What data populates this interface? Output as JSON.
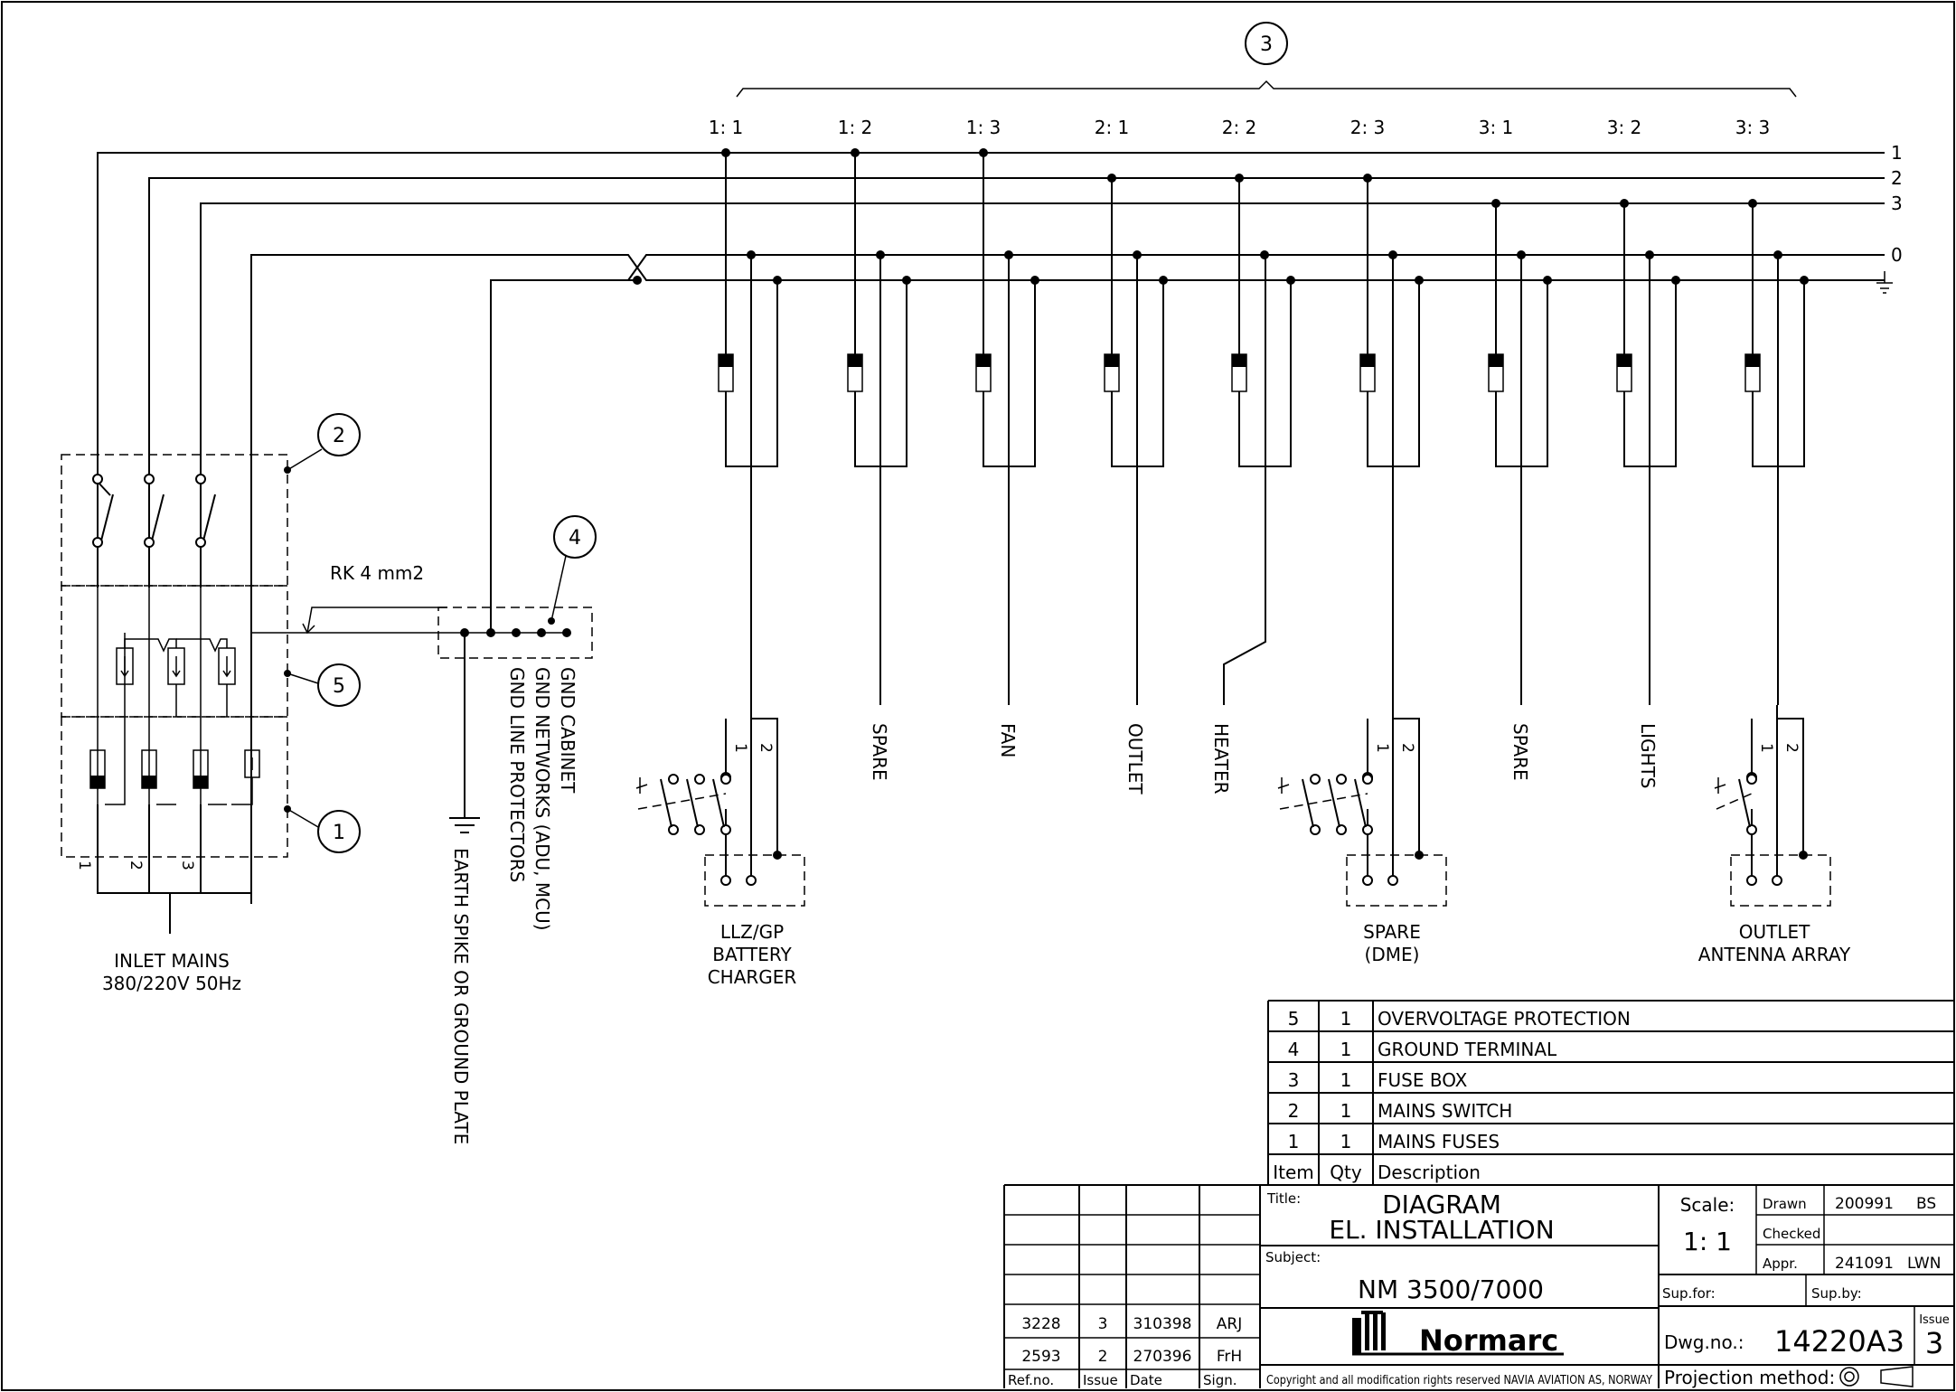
{
  "callouts": {
    "c1": "1",
    "c2": "2",
    "c3": "3",
    "c4": "4",
    "c5": "5"
  },
  "fuse_labels": [
    "1: 1",
    "1: 2",
    "1: 3",
    "2: 1",
    "2: 2",
    "2: 3",
    "3: 1",
    "3: 2",
    "3: 3"
  ],
  "bus_labels": {
    "l1": "1",
    "l2": "2",
    "l3": "3",
    "n": "0"
  },
  "circuits": {
    "spare1": "SPARE",
    "fan": "FAN",
    "outlet": "OUTLET",
    "heater": "HEATER",
    "spare2": "SPARE",
    "lights": "LIGHTS"
  },
  "loads": {
    "llz": [
      "LLZ/GP",
      "BATTERY",
      "CHARGER"
    ],
    "dme": [
      "SPARE",
      "(DME)"
    ],
    "ant": [
      "OUTLET",
      "ANTENNA ARRAY"
    ]
  },
  "sw_labels": {
    "one": "1",
    "two": "2"
  },
  "inlet": {
    "line1": "INLET MAINS",
    "line2": "380/220V 50Hz",
    "p1": "1",
    "p2": "2",
    "p3": "3"
  },
  "cable": "RK  4 mm2",
  "ground_labels": [
    "GND CABINET",
    "GND NETWORKS (ADU, MCU)",
    "GND LINE PROTECTORS"
  ],
  "earth": "EARTH SPIKE OR GROUND PLATE",
  "parts": {
    "rows": [
      {
        "item": "5",
        "qty": "1",
        "desc": "OVERVOLTAGE PROTECTION"
      },
      {
        "item": "4",
        "qty": "1",
        "desc": "GROUND TERMINAL"
      },
      {
        "item": "3",
        "qty": "1",
        "desc": "FUSE BOX"
      },
      {
        "item": "2",
        "qty": "1",
        "desc": "MAINS SWITCH"
      },
      {
        "item": "1",
        "qty": "1",
        "desc": "MAINS FUSES"
      }
    ],
    "header": {
      "item": "Item",
      "qty": "Qty",
      "desc": "Description"
    }
  },
  "revisions": {
    "rows": [
      {
        "ref": "3228",
        "issue": "3",
        "date": "310398",
        "sign": "ARJ"
      },
      {
        "ref": "2593",
        "issue": "2",
        "date": "270396",
        "sign": "FrH"
      }
    ],
    "header": {
      "ref": "Ref.no.",
      "issue": "Issue",
      "date": "Date",
      "sign": "Sign."
    }
  },
  "title_block": {
    "title_label": "Title:",
    "title_1": "DIAGRAM",
    "title_2": "EL.  INSTALLATION",
    "subject_label": "Subject:",
    "subject": "NM  3500/7000",
    "company": "Normarc",
    "copyright": "Copyright and all modification rights reserved NAVIA AVIATION AS, NORWAY",
    "scale_label": "Scale:",
    "scale": "1: 1",
    "drawn_label": "Drawn",
    "drawn_date": "200991",
    "drawn_sign": "BS",
    "checked_label": "Checked",
    "appr_label": "Appr.",
    "appr_date": "241091",
    "appr_sign": "LWN",
    "sup_for": "Sup.for:",
    "sup_by": "Sup.by:",
    "dwg_label": "Dwg.no.:",
    "dwg_no": "14220A3",
    "issue_label": "Issue",
    "issue_no": "3",
    "projection_label": "Projection  method:"
  }
}
